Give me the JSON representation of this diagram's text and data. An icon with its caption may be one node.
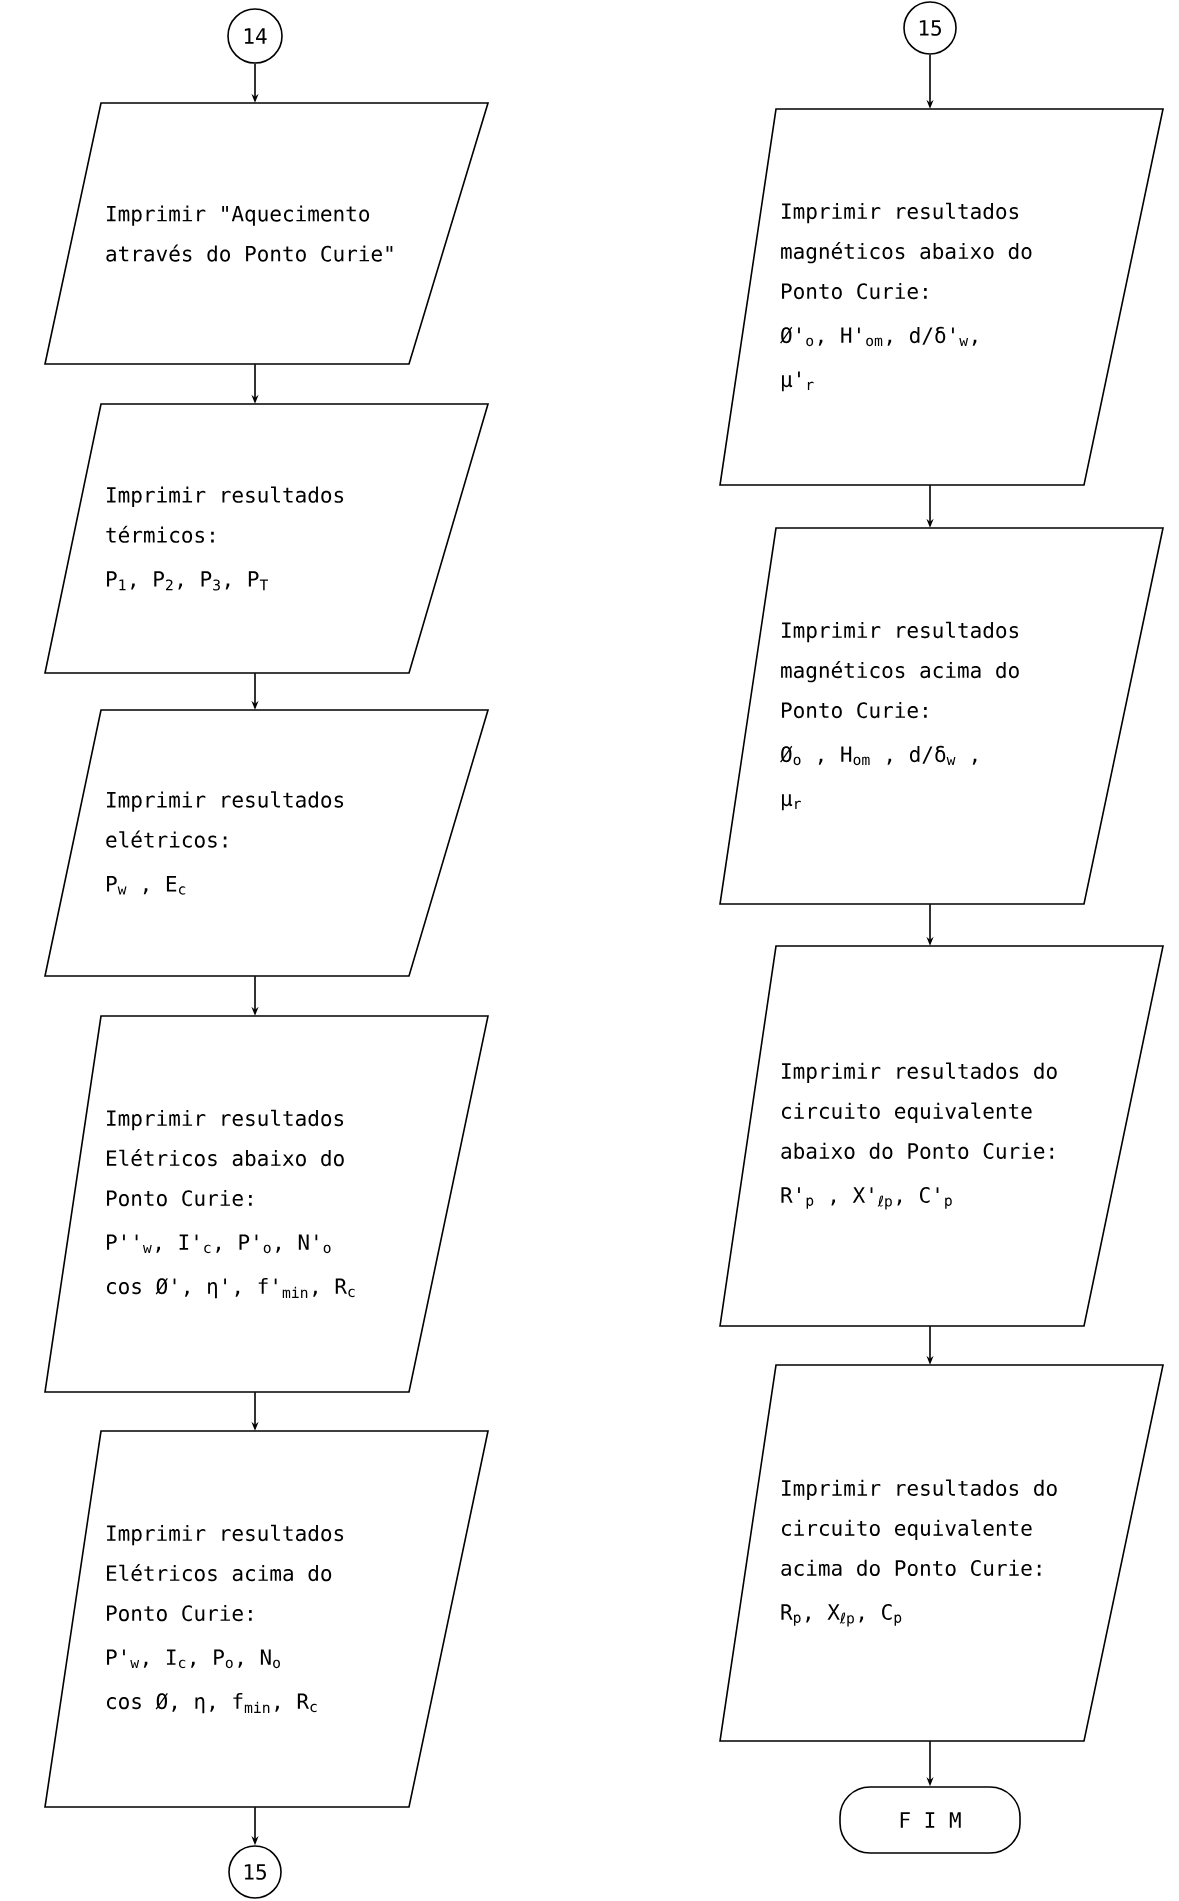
{
  "diagram": {
    "nodes": [
      {
        "text": [
          "14"
        ]
      },
      {
        "text": [
          "Imprimir \"Aquecimento através do Ponto Curie\""
        ]
      },
      {
        "text": [
          "Imprimir resultados térmicos:",
          "P$_{1}$, P$_{2}$, P$_{3}$, P$_{T}$"
        ]
      },
      {
        "text": [
          "Imprimir resultados elétricos:",
          "P$_{w}$ , E$_{c}$"
        ]
      },
      {
        "text": [
          "Imprimir resultados Elétricos abaixo do Ponto Curie:",
          "P''$_{w}$, I'$_{c}$, P'$_{o}$, N'$_{o}$",
          "cos Ø', η', f'$_{min}$, R$_{c}$"
        ]
      },
      {
        "text": [
          "Imprimir resultados Elétricos acima do Ponto Curie:",
          "P'$_{w}$, I$_{c}$, P$_{o}$, N$_{o}$",
          "cos Ø, η, f$_{min}$, R$_{c}$"
        ]
      },
      {
        "text": [
          "15"
        ]
      },
      {
        "text": [
          "15"
        ]
      },
      {
        "text": [
          "Imprimir resultados magnéticos abaixo do Ponto Curie:",
          "Ø'$_{o}$, H'$_{om}$, d/δ'$_{w}$,",
          "μ'$_{r}$"
        ]
      },
      {
        "text": [
          "Imprimir resultados magnéticos acima do Ponto Curie:",
          "Ø$_{o}$ , H$_{om}$ , d/δ$_{w}$ ,",
          "μ$_{r}$"
        ]
      },
      {
        "text": [
          "Imprimir resultados do circuito equivalente abaixo do Ponto Curie:",
          "R'$_{p}$ , X'$_{ℓp}$, C'$_{p}$"
        ]
      },
      {
        "text": [
          "Imprimir resultados do circuito equivalente acima do Ponto Curie:",
          "R$_{p}$, X$_{ℓp}$, C$_{p}$"
        ]
      },
      {
        "text": [
          "F I M"
        ]
      }
    ],
    "edges": [
      {
        "from": 0,
        "to": 1,
        "arrow": "to"
      },
      {
        "from": 1,
        "to": 2,
        "arrow": "to"
      },
      {
        "from": 2,
        "to": 3,
        "arrow": "to"
      },
      {
        "from": 3,
        "to": 4,
        "arrow": "to"
      },
      {
        "from": 4,
        "to": 5,
        "arrow": "to"
      },
      {
        "from": 5,
        "to": 6,
        "arrow": "to"
      },
      {
        "from": 7,
        "to": 8,
        "arrow": "to"
      },
      {
        "from": 8,
        "to": 9,
        "arrow": "to"
      },
      {
        "from": 9,
        "to": 10,
        "arrow": "to"
      },
      {
        "from": 10,
        "to": 11,
        "arrow": "to"
      },
      {
        "from": 11,
        "to": 12,
        "arrow": "to"
      }
    ]
  }
}
